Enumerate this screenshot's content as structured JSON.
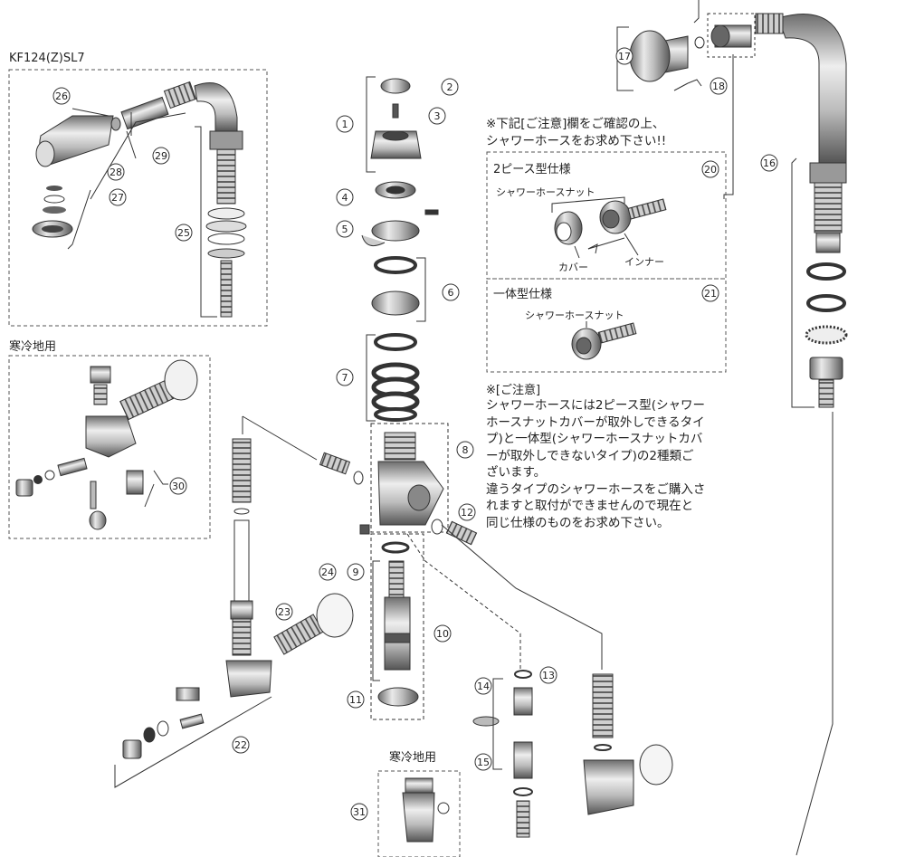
{
  "model_label": "KF124(Z)SL7",
  "cold_region_label_top": "寒冷地用",
  "cold_region_label_bottom": "寒冷地用",
  "notice_top": "※下記[ご注意]欄をご確認の上、\nシャワーホースをお求め下さい!!",
  "two_piece": {
    "title": "2ピース型仕様",
    "nut_label": "シャワーホースナット",
    "cover_label": "カバー",
    "inner_label": "インナー",
    "number": "20"
  },
  "one_piece": {
    "title": "一体型仕様",
    "nut_label": "シャワーホースナット",
    "number": "21"
  },
  "caution_heading": "※[ご注意]",
  "caution_body": "シャワーホースには2ピース型(シャワー\nホースナットカバーが取外しできるタイ\nプ)と一体型(シャワーホースナットカバ\nーが取外しできないタイプ)の2種類ご\nざいます。\n違うタイプのシャワーホースをご購入さ\nれますと取付ができませんので現在と\n同じ仕様のものをお求め下さい。",
  "part_numbers": [
    "1",
    "2",
    "3",
    "4",
    "5",
    "6",
    "7",
    "8",
    "9",
    "10",
    "11",
    "12",
    "13",
    "14",
    "15",
    "16",
    "17",
    "18",
    "22",
    "23",
    "24",
    "25",
    "26",
    "27",
    "28",
    "29",
    "30",
    "31"
  ]
}
